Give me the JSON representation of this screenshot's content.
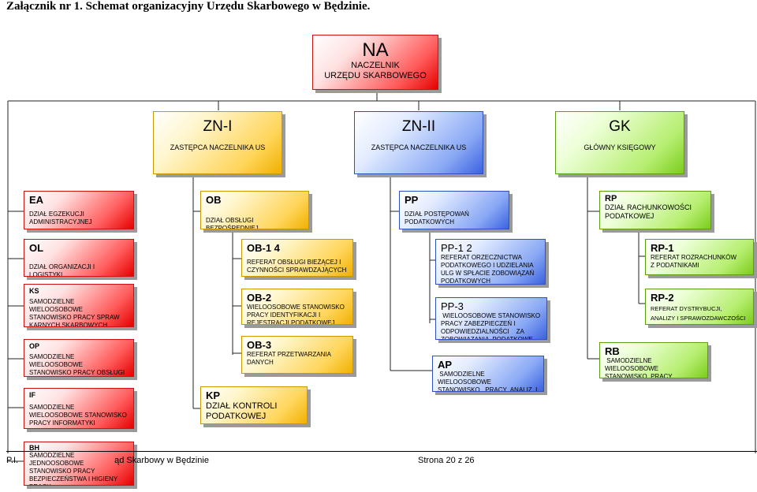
{
  "title": "Załącznik nr 1. Schemat organizacyjny Urzędu Skarbowego w Będzinie.",
  "boxes": {
    "na": {
      "code": "NA",
      "desc": "NACZELNIK\nURZĘDU SKARBOWEGO"
    },
    "zn1": {
      "code": "ZN-I",
      "desc": "ZASTĘPCA NACZELNIKA US"
    },
    "zn2": {
      "code": "ZN-II",
      "desc": "ZASTĘPCA NACZELNIKA US"
    },
    "gk": {
      "code": "GK",
      "desc": "GŁÓWNY KSIĘGOWY"
    },
    "ea": {
      "code": "EA",
      "desc": "DZIAŁ EGZEKUCJI\nADMINISTRACYJNEJ"
    },
    "ob": {
      "code": "OB",
      "desc": "DZIAŁ OBSŁUGI BEZPOŚREDNIEJ"
    },
    "pp": {
      "code": "PP",
      "desc": "DZIAŁ POSTĘPOWAŃ\nPODATKOWYCH"
    },
    "rp": {
      "code": "RP",
      "desc": "DZIAŁ RACHUNKOWOŚCI\nPODATKOWEJ"
    },
    "ol": {
      "code": "OL",
      "desc": "DZIAŁ ORGANIZACJI I LOGISTYKI"
    },
    "ks": {
      "code": "KS",
      "desc": "SAMODZIELNE WIELOOSOBOWE\nSTANOWISKO PRACY SPRAW\nKARNYCH SKARBOWYCH"
    },
    "op": {
      "code": "OP",
      "desc": "SAMODZIELNE WIELOOSOBOWE\nSTANOWISKO PRACY OBSŁUGI\nPRAWNEJ"
    },
    "if": {
      "code": "IF",
      "desc": "SAMODZIELNE\nWIELOOSOBOWE STANOWISKO\nPRACY INFORMATYKI"
    },
    "bh": {
      "code": "BH",
      "desc": "SAMODZIELNE JEDNOOSOBOWE\nSTANOWISKO PRACY\nBEZPIECZEŃSTWA I HIGIENY\nPRACY"
    },
    "ob14": {
      "code": "OB-1 4",
      "desc": "REFERAT OBSŁUGI BIEŻĄCEJ I\nCZYNNOŚCI SPRAWDZAJĄCYCH"
    },
    "ob2": {
      "code": "OB-2",
      "desc": "WIELOOSOBOWE STANOWISKO\nPRACY IDENTYFIKACJI I\nREJESTRACJI PODATKOWEJ"
    },
    "ob3": {
      "code": "OB-3",
      "desc": "REFERAT PRZETWARZANIA\nDANYCH"
    },
    "kp": {
      "code": "KP",
      "desc": "DZIAŁ KONTROLI\nPODATKOWEJ"
    },
    "pp12": {
      "code": "PP-1 2",
      "desc": "REFERAT ORZECZNICTWA\nPODATKOWEGO I UDZIELANIA\nULG W SPŁACIE ZOBOWIĄZAŃ\nPODATKOWYCH"
    },
    "pp3": {
      "code": "PP-3",
      "desc": " WIELOOSOBOWE STANOWISKO\nPRACY ZABEZPIECZEŃ I\nODPOWIEDZIALNOŚCI    ZA\nZOBOWIĄZANIA  PODATKOWE"
    },
    "ap": {
      "code": "AP",
      "desc": " SAMODZIELNE   WIELOOSOBOWE\nSTANOWISKO   PRACY  ANALIZ  I\nPLANOWANIA"
    },
    "rp1": {
      "code": "RP-1",
      "desc": "REFERAT ROZRACHUNKÓW\nZ PODATNIKAMI"
    },
    "rp2": {
      "code": "RP-2",
      "desc": "REFERAT DYSTRYBUCJI,\n\nANALIZY I  SPRAWOZDAWCZOŚCI"
    },
    "rb": {
      "code": "RB",
      "desc": " SAMODZIELNE  WIELOOSOBOWE\nSTANOWISKO  PRACY\nRACHUNKOWOŚCI  BUDŻETOWEJ"
    }
  },
  "footer": {
    "left_prefix": "P.I.",
    "left_suffix": "ąd Skarbowy w Będzinie",
    "page": "Strona 20 z 26"
  }
}
